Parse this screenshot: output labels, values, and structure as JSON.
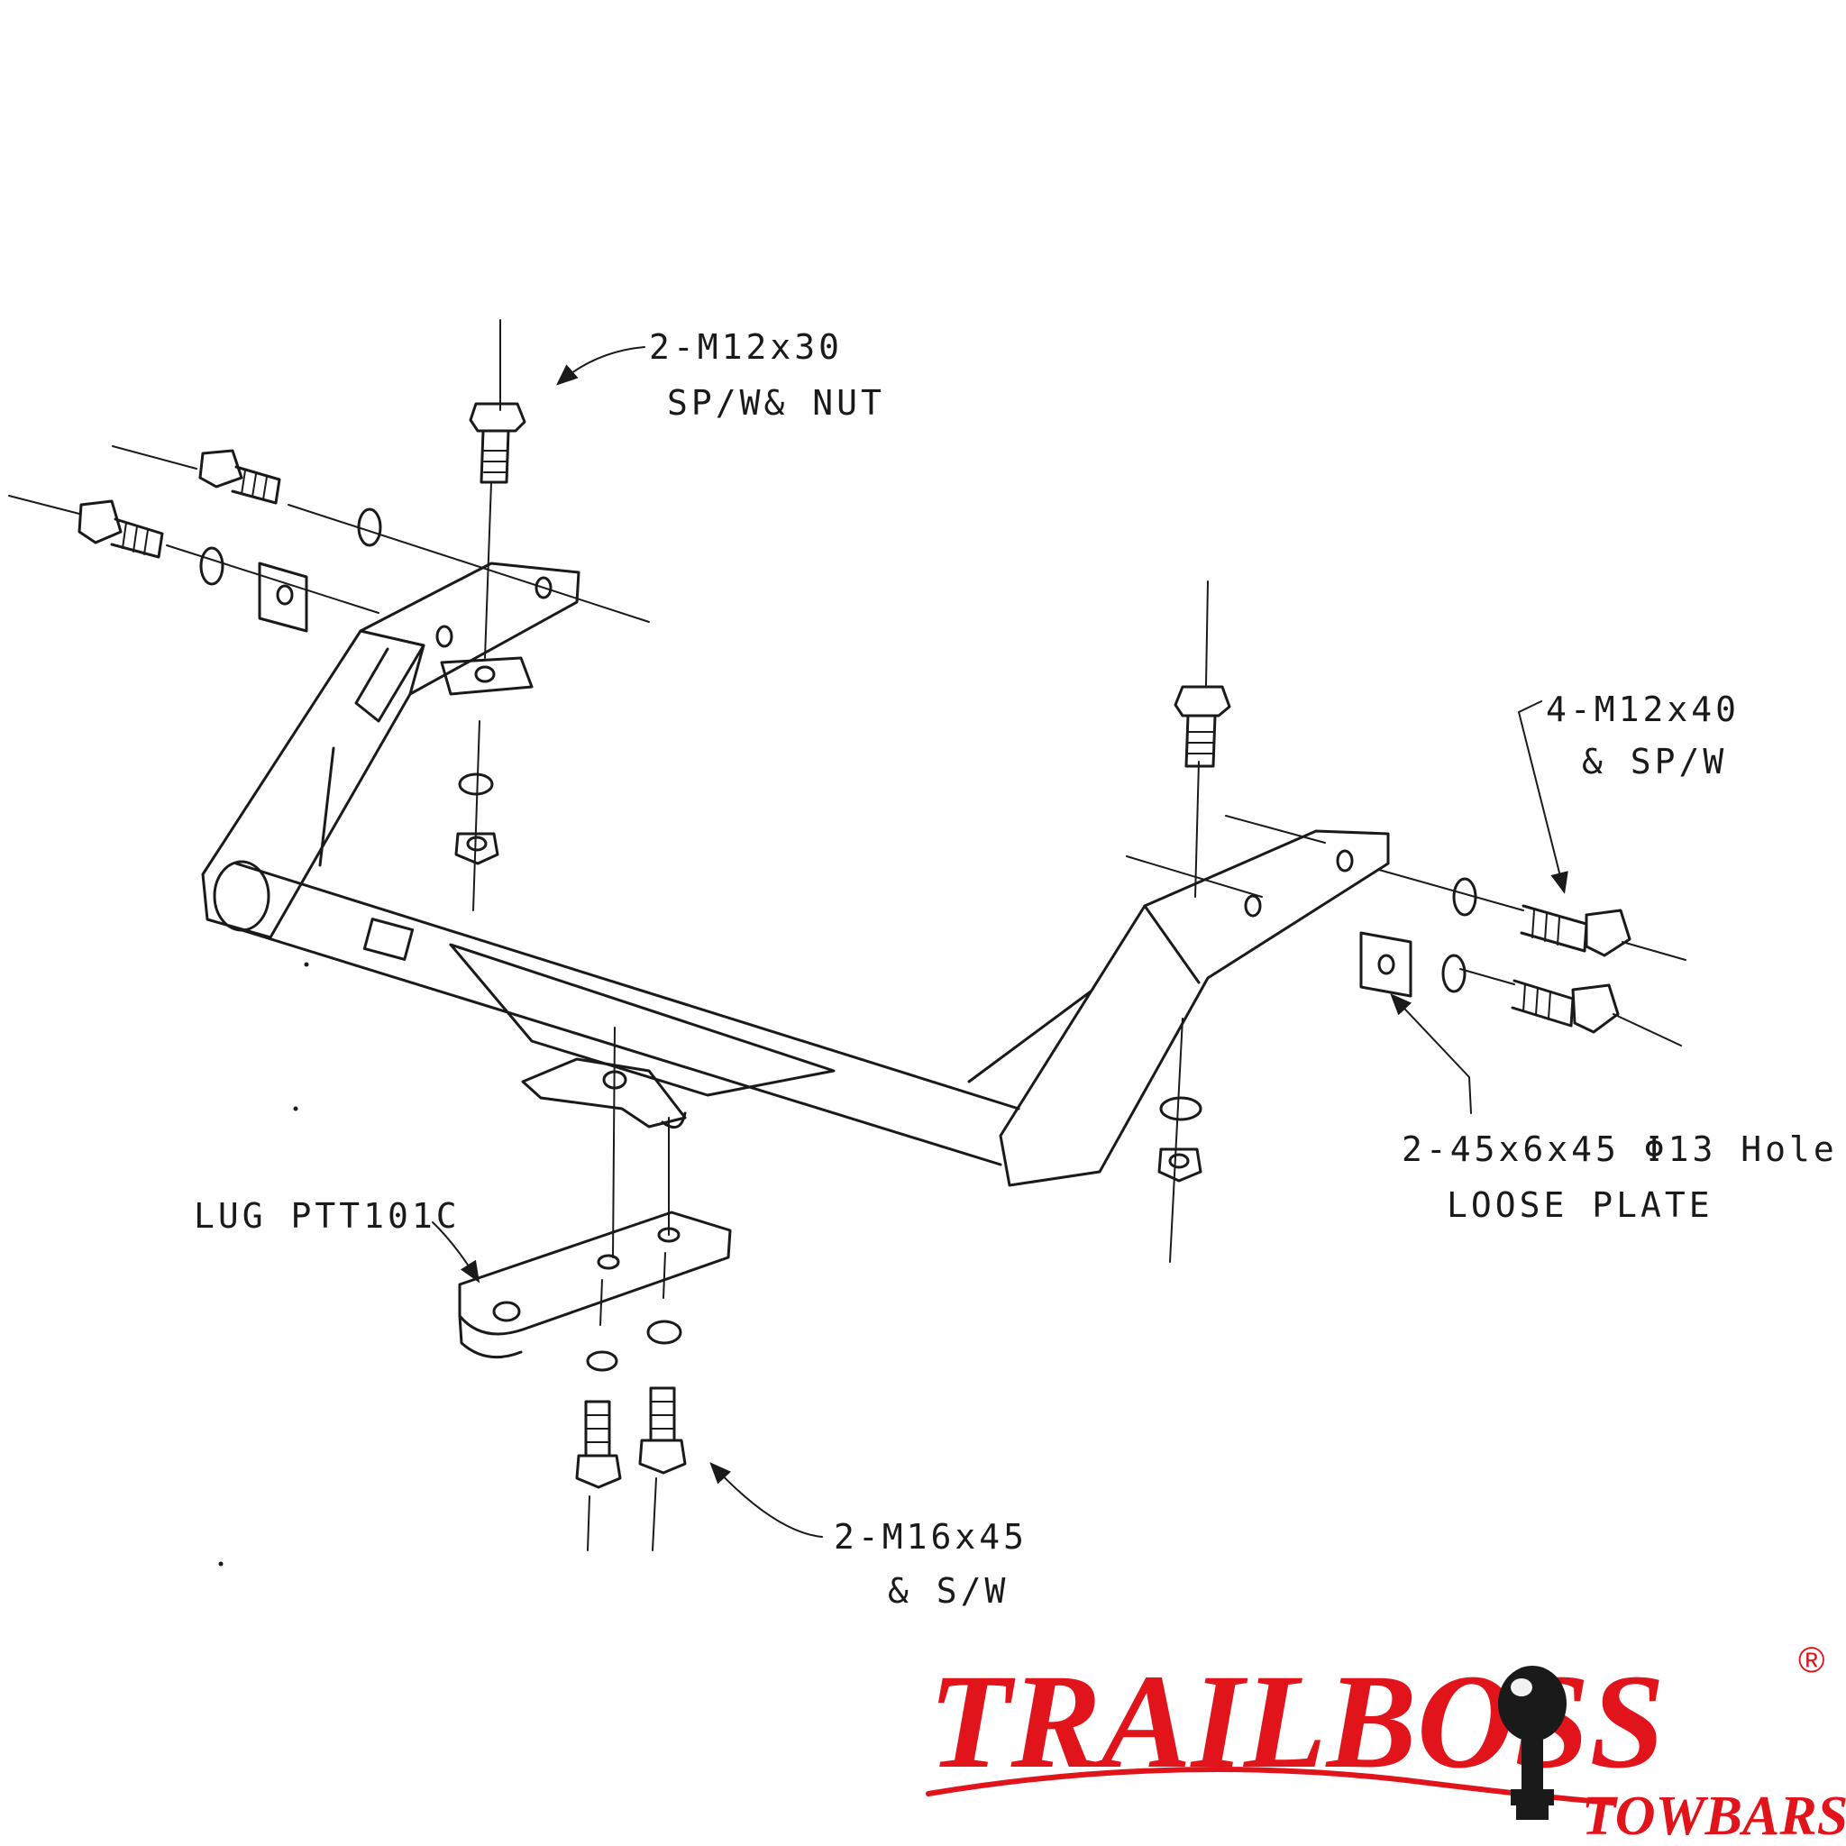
{
  "callouts": {
    "top_bolts": {
      "line1": "2-M12x30",
      "line2": "SP/W& NUT"
    },
    "right_bolts": {
      "line1": "4-M12x40",
      "line2": "& SP/W"
    },
    "loose_plate": {
      "line1": "2-45x6x45  Φ13 Hole",
      "line2": "LOOSE PLATE"
    },
    "lug": {
      "line1": "LUG PTT101C"
    },
    "bottom_bolts": {
      "line1": "2-M16x45",
      "line2": "& S/W"
    }
  },
  "logo": {
    "brand": "TRAILBOSS",
    "registered": "®",
    "tagline": "TOWBARS",
    "color": "#e1141b"
  }
}
